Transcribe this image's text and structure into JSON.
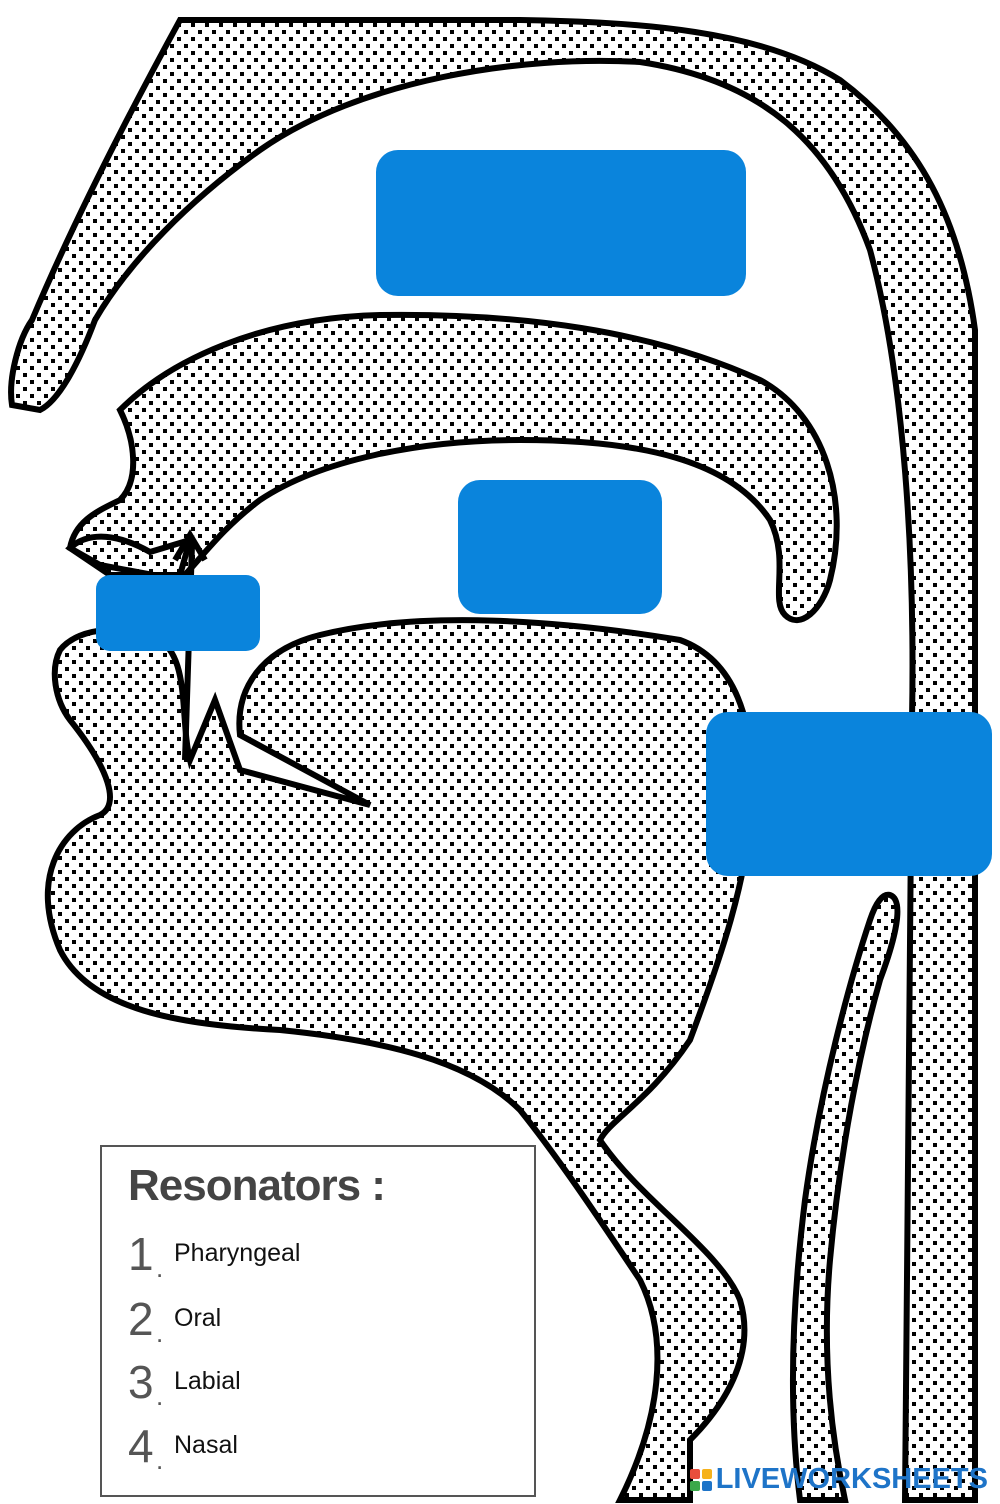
{
  "legend": {
    "title": "Resonators :",
    "items": [
      {
        "number": "1",
        "label": "Pharyngeal"
      },
      {
        "number": "2",
        "label": "Oral"
      },
      {
        "number": "3",
        "label": "Labial"
      },
      {
        "number": "4",
        "label": "Nasal"
      }
    ]
  },
  "branding": {
    "text": "LIVEWORKSHEETS",
    "icon": "liveworksheets-logo-icon"
  },
  "colors": {
    "dropbox": "#0a84dc",
    "outline": "#000000",
    "brand": "#1e74c8"
  }
}
